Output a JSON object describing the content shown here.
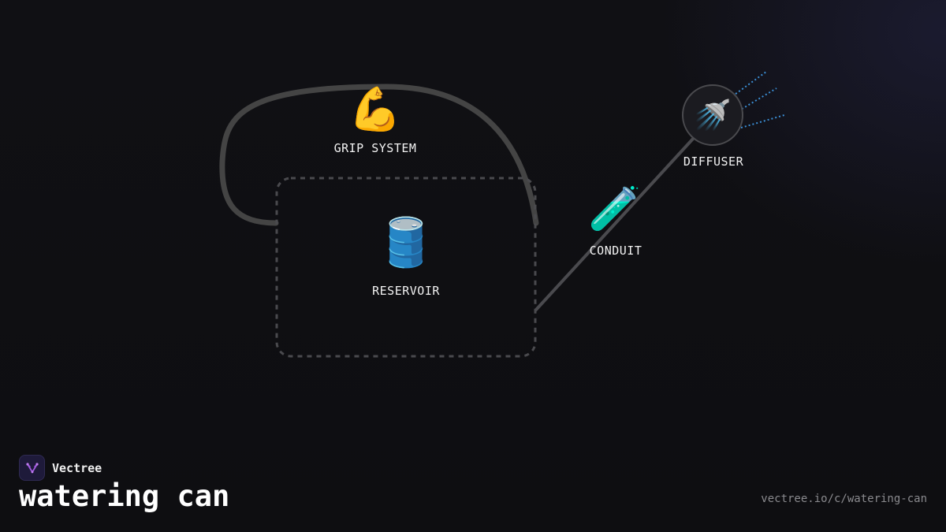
{
  "diagram": {
    "nodes": {
      "grip": {
        "label": "GRIP SYSTEM",
        "icon": "flexed-biceps-icon",
        "glyph": "💪"
      },
      "reservoir": {
        "label": "RESERVOIR",
        "icon": "oil-drum-icon",
        "glyph": "🛢️"
      },
      "conduit": {
        "label": "CONDUIT",
        "icon": "test-tube-icon",
        "glyph": "🧪"
      },
      "diffuser": {
        "label": "DIFFUSER",
        "icon": "shower-head-icon",
        "glyph": "🚿"
      }
    },
    "colors": {
      "background": "#0f0f12",
      "connector": "#444444",
      "spray": "#3b8fd6",
      "label": "#f2f2f2"
    }
  },
  "footer": {
    "brand_name": "Vectree",
    "title": "watering can",
    "url": "vectree.io/c/watering-can"
  }
}
